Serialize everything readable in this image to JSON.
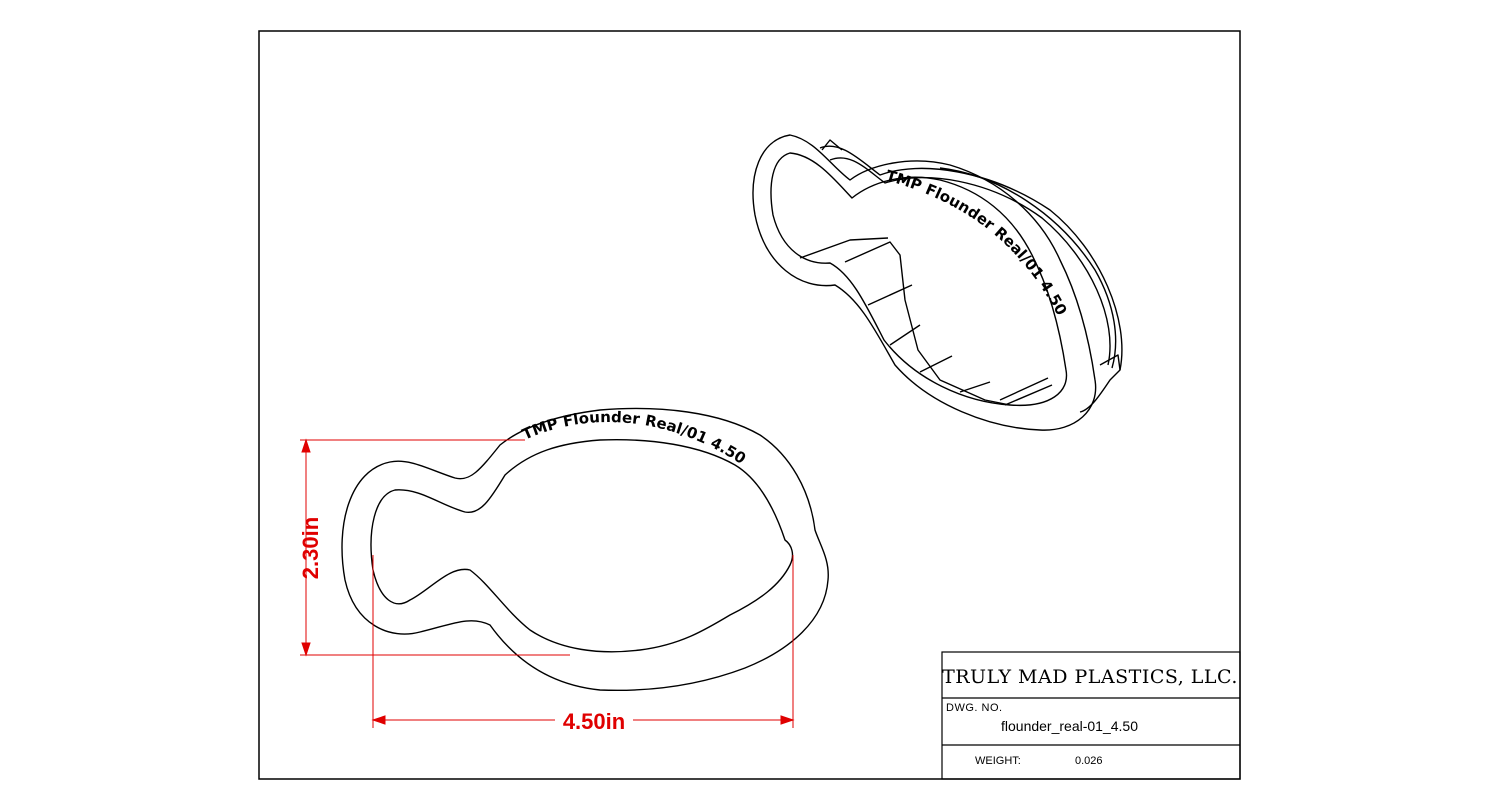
{
  "cutter": {
    "engraving": "TMP  Flounder Real/01  4.50"
  },
  "dimensions": {
    "width": "4.50in",
    "height": "2.30in"
  },
  "title_block": {
    "company": "TRULY MAD PLASTICS, LLC.",
    "dwg_no_label": "DWG. NO.",
    "dwg_no": "flounder_real-01_4.50",
    "weight_label": "WEIGHT:",
    "weight": "0.026"
  },
  "colors": {
    "dimension": "#e00000",
    "outline": "#000000"
  }
}
